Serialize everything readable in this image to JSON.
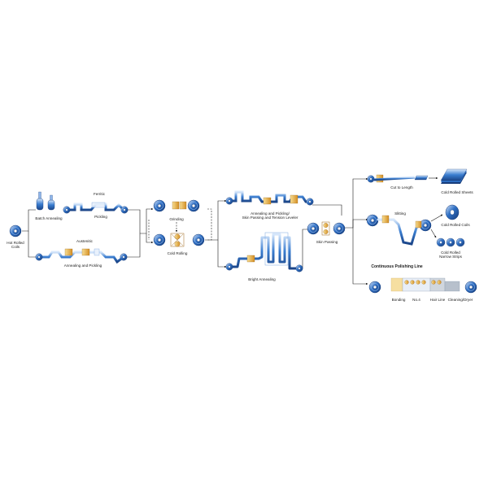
{
  "diagram": {
    "labels": {
      "hot_rolled_coils": "Hot Rolled\nCoils",
      "ferritic": "Ferritic",
      "batch_annealing": "Batch Annealing",
      "pickling": "Pickling",
      "austenitic": "Austenitic",
      "annealing_and_pickling": "Annealing and Pickling",
      "grinding": "Grinding",
      "cold_rolling": "Cold Rolling",
      "annealing_pickling_skin": "Annealing and Pickling/\nSkin Passing and Tension Leveler",
      "bright_annealing": "Bright Annealing",
      "skin_passing": "Skin Passing",
      "cut_to_length": "Cut to Length",
      "cold_rolled_sheets": "Cold Rolled Sheets",
      "slitting": "Slitting",
      "cold_rolled_coils": "Cold Rolled Coils",
      "cold_rolled_narrow_strips": "Cold Rolled\nNarrow Strips",
      "continuous_polishing_line": "Continuous Polishing Line",
      "bonding": "Bonding",
      "no4": "No.4",
      "hair_line": "Hair Line",
      "cleaning_dryer": "Cleaning/Dryer"
    },
    "colors": {
      "steel_blue": "#2e6fc4",
      "steel_light": "#bcd6f5",
      "steel_dark": "#173c7a",
      "roller_orange": "#e2a33a",
      "roller_yellow": "#f3d27a",
      "line": "#1a1a1a"
    },
    "icons": [
      "coil-icon",
      "roller-stand-icon",
      "strip-path-icon",
      "sheet-stack-icon",
      "narrow-strip-icon",
      "flow-arrow-icon"
    ]
  }
}
